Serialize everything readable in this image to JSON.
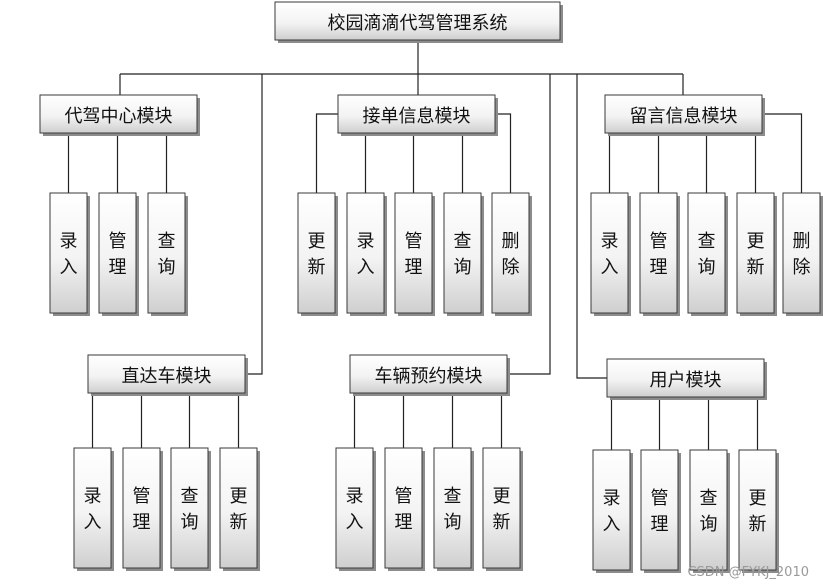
{
  "diagram": {
    "root": "校园滴滴代驾管理系统",
    "modules": [
      {
        "name": "代驾中心模块",
        "children": [
          "录入",
          "管理",
          "查询"
        ]
      },
      {
        "name": "接单信息模块",
        "children": [
          "更新",
          "录入",
          "管理",
          "查询",
          "删除"
        ]
      },
      {
        "name": "留言信息模块",
        "children": [
          "录入",
          "管理",
          "查询",
          "更新",
          "删除"
        ]
      },
      {
        "name": "直达车模块",
        "children": [
          "录入",
          "管理",
          "查询",
          "更新"
        ]
      },
      {
        "name": "车辆预约模块",
        "children": [
          "录入",
          "管理",
          "查询",
          "更新"
        ]
      },
      {
        "name": "用户模块",
        "children": [
          "录入",
          "管理",
          "查询",
          "更新"
        ]
      }
    ]
  },
  "watermark": "CSDN @FYKJ_2010"
}
